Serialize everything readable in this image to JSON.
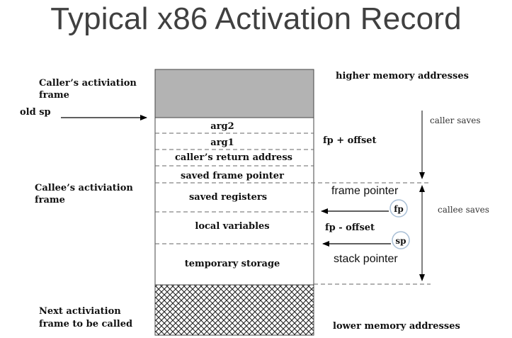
{
  "title": "Typical x86 Activation Record",
  "left_labels": {
    "caller_frame": [
      "Caller’s activiation",
      "frame"
    ],
    "old_sp": "old sp",
    "callee_frame": [
      "Callee’s activiation",
      "frame"
    ],
    "next_frame": [
      "Next activiation",
      "frame to be called"
    ]
  },
  "stack_slots": {
    "arg2": "arg2",
    "arg1": "arg1",
    "return_address": "caller’s return address",
    "saved_fp": "saved frame pointer",
    "saved_registers": "saved registers",
    "local_variables": "local variables",
    "temporary_storage": "temporary storage"
  },
  "right_labels": {
    "higher_memory": "higher memory addresses",
    "fp_plus_offset": "fp + offset",
    "frame_pointer": "frame pointer",
    "fp_circle": "fp",
    "fp_minus_offset": "fp - offset",
    "sp_circle": "sp",
    "stack_pointer": "stack pointer",
    "lower_memory": "lower memory addresses",
    "caller_saves": "caller saves",
    "callee_saves": "callee saves"
  },
  "colors": {
    "caller_frame_fill": "#b3b3b3",
    "circle_stroke": "#a9bfd6",
    "dashed_line": "#666666",
    "title_text": "#404040"
  }
}
